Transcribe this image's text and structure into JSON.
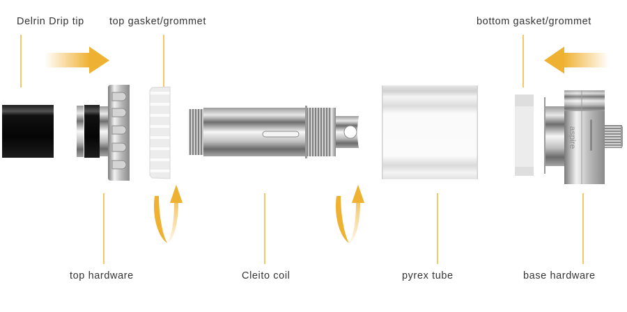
{
  "diagram": {
    "type": "exploded-assembly",
    "accent_color": "#efb131",
    "leader_color": "#f4c76a",
    "labels_top": [
      {
        "id": "delrin-drip-tip",
        "text": "Delrin Drip tip"
      },
      {
        "id": "top-gasket",
        "text": "top gasket/grommet"
      },
      {
        "id": "bottom-gasket",
        "text": "bottom gasket/grommet"
      }
    ],
    "labels_bottom": [
      {
        "id": "top-hardware",
        "text": "top hardware"
      },
      {
        "id": "cleito-coil",
        "text": "Cleito coil"
      },
      {
        "id": "pyrex-tube",
        "text": "pyrex tube"
      },
      {
        "id": "base-hardware",
        "text": "base hardware"
      }
    ],
    "arrows": [
      {
        "id": "push-right",
        "direction": "right"
      },
      {
        "id": "push-left",
        "direction": "left"
      },
      {
        "id": "rotate-1",
        "direction": "rotate-up"
      },
      {
        "id": "rotate-2",
        "direction": "rotate-up"
      }
    ],
    "base_logo_text": "aspire"
  }
}
